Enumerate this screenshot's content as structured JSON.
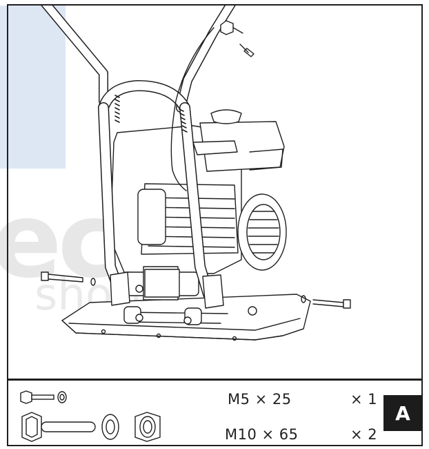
{
  "watermark": {
    "word_large": "ech",
    "word_small": "shop"
  },
  "illustration": {
    "subject": "plate compactor assembly with handle frame, engine and two M10 bolts",
    "icons": [
      "plate-compactor-drawing",
      "m5-bolt-icon",
      "m10-bolt-icon"
    ]
  },
  "parts": [
    {
      "size": "M5 × 25",
      "qty": "× 1"
    },
    {
      "size": "M10 × 65",
      "qty": "× 2"
    }
  ],
  "step": {
    "label": "A"
  },
  "colors": {
    "line": "#1e1e1e",
    "watermark_blue": "#dde7f4",
    "watermark_grey": "#e7e7e7"
  }
}
